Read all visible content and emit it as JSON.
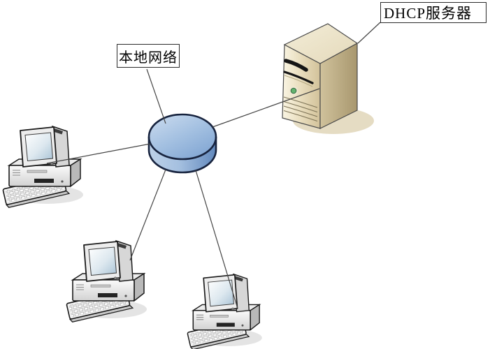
{
  "diagram": {
    "type": "network-topology",
    "background_color": "#ffffff",
    "labels": {
      "dhcp_server": "DHCP服务器",
      "local_network": "本地网络"
    },
    "nodes": [
      {
        "id": "dhcp-server",
        "kind": "server-tower",
        "label": "DHCP服务器"
      },
      {
        "id": "local-network-hub",
        "kind": "disk-hub",
        "label": "本地网络"
      },
      {
        "id": "workstation-left",
        "kind": "desktop-pc"
      },
      {
        "id": "workstation-bottom-left",
        "kind": "desktop-pc"
      },
      {
        "id": "workstation-bottom-right",
        "kind": "desktop-pc"
      }
    ],
    "edges": [
      {
        "from": "dhcp-server-label",
        "to": "dhcp-server",
        "kind": "label-pointer"
      },
      {
        "from": "local-network-label",
        "to": "local-network-hub",
        "kind": "label-pointer"
      },
      {
        "from": "local-network-hub",
        "to": "dhcp-server",
        "kind": "network-link"
      },
      {
        "from": "local-network-hub",
        "to": "workstation-left",
        "kind": "network-link"
      },
      {
        "from": "local-network-hub",
        "to": "workstation-bottom-left",
        "kind": "network-link"
      },
      {
        "from": "local-network-hub",
        "to": "workstation-bottom-right",
        "kind": "network-link"
      }
    ],
    "colors": {
      "hub_blue_light": "#c4d7ec",
      "hub_blue_dark": "#6289bd",
      "hub_outline": "#17233e",
      "server_beige_light": "#faf5e3",
      "server_beige_dark": "#a8976e",
      "server_led_green": "#63b36f",
      "server_shadow": "#ded3b4",
      "pc_gray": "#ededed",
      "pc_screen_blue": "#a9c3d6",
      "outline_dark": "#1b1b1b",
      "connector_line": "#454545",
      "label_border": "#2a2a2a",
      "label_text": "#000000"
    }
  }
}
